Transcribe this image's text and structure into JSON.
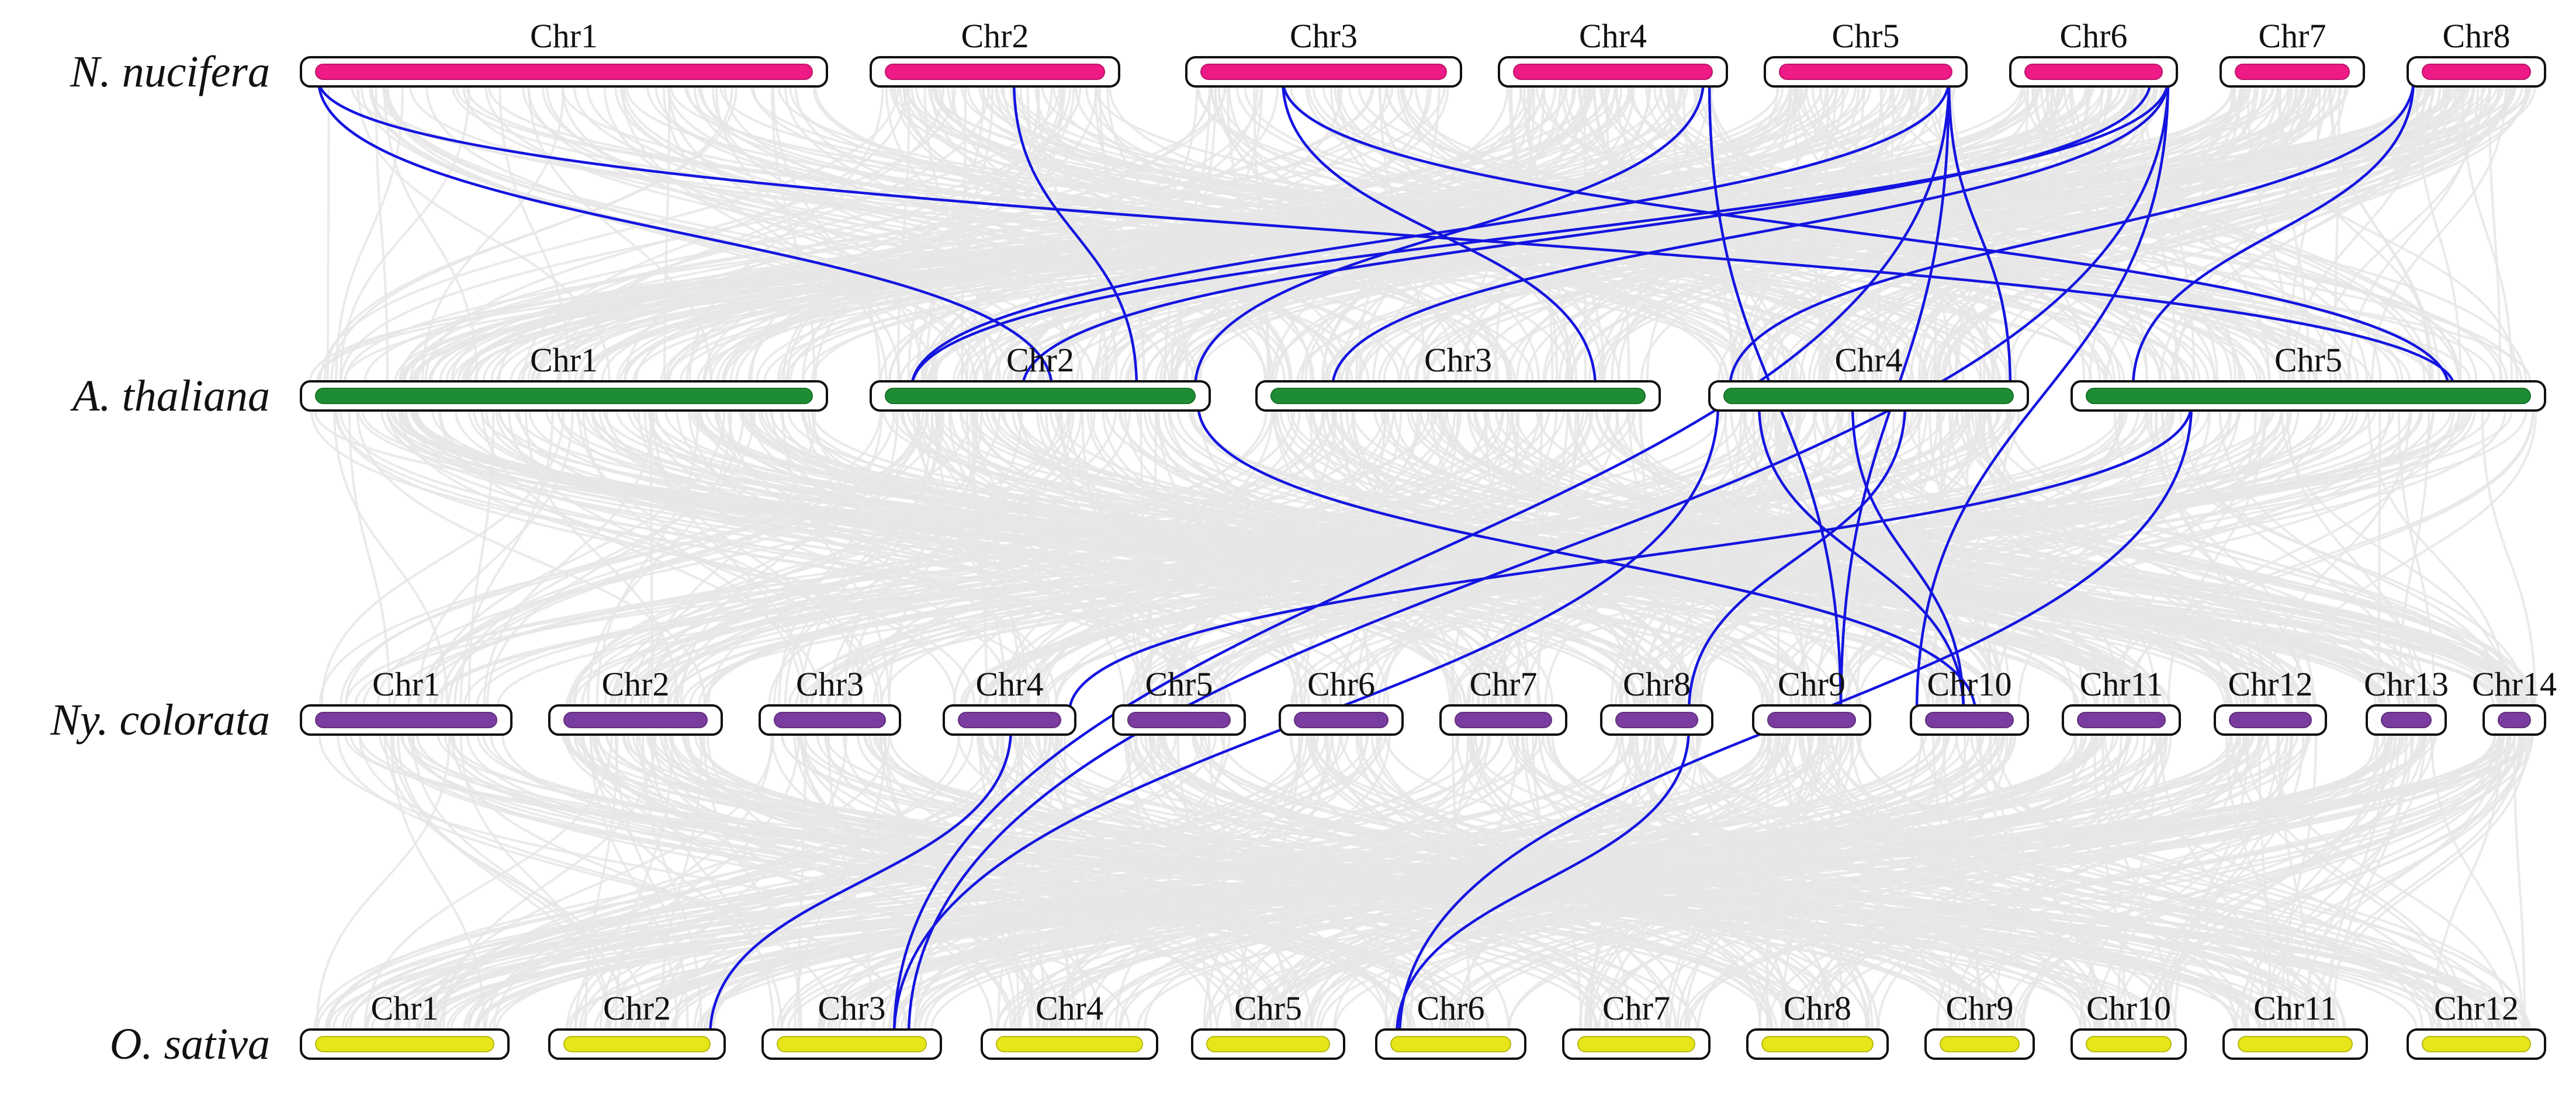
{
  "colors": {
    "highlight_link": "#1414e0",
    "background_link": "#e6e6e6",
    "outline": "#111111"
  },
  "tracks": [
    {
      "id": "nn",
      "species": "N. nucifera",
      "bar_color": "#ee1a85",
      "chromosomes": [
        {
          "name": "Chr1",
          "start": 515,
          "end": 1415
        },
        {
          "name": "Chr2",
          "start": 1490,
          "end": 1915
        },
        {
          "name": "Chr3",
          "start": 2030,
          "end": 2500
        },
        {
          "name": "Chr4",
          "start": 2565,
          "end": 2955
        },
        {
          "name": "Chr5",
          "start": 3020,
          "end": 3365
        },
        {
          "name": "Chr6",
          "start": 3440,
          "end": 3725
        },
        {
          "name": "Chr7",
          "start": 3800,
          "end": 4045
        },
        {
          "name": "Chr8",
          "start": 4120,
          "end": 4355
        }
      ]
    },
    {
      "id": "at",
      "species": "A. thaliana",
      "bar_color": "#1e8c32",
      "chromosomes": [
        {
          "name": "Chr1",
          "start": 515,
          "end": 1415
        },
        {
          "name": "Chr2",
          "start": 1490,
          "end": 2070
        },
        {
          "name": "Chr3",
          "start": 2150,
          "end": 2840
        },
        {
          "name": "Chr4",
          "start": 2925,
          "end": 3470
        },
        {
          "name": "Chr5",
          "start": 3545,
          "end": 4355
        }
      ]
    },
    {
      "id": "nc",
      "species": "Ny. colorata",
      "bar_color": "#7a3c9e",
      "chromosomes": [
        {
          "name": "Chr1",
          "start": 515,
          "end": 875
        },
        {
          "name": "Chr2",
          "start": 940,
          "end": 1235
        },
        {
          "name": "Chr3",
          "start": 1300,
          "end": 1540
        },
        {
          "name": "Chr4",
          "start": 1615,
          "end": 1840
        },
        {
          "name": "Chr5",
          "start": 1905,
          "end": 2130
        },
        {
          "name": "Chr6",
          "start": 2190,
          "end": 2400
        },
        {
          "name": "Chr7",
          "start": 2465,
          "end": 2680
        },
        {
          "name": "Chr8",
          "start": 2740,
          "end": 2930
        },
        {
          "name": "Chr9",
          "start": 3000,
          "end": 3200
        },
        {
          "name": "Chr10",
          "start": 3270,
          "end": 3470
        },
        {
          "name": "Chr11",
          "start": 3530,
          "end": 3730
        },
        {
          "name": "Chr12",
          "start": 3790,
          "end": 3980
        },
        {
          "name": "Chr13",
          "start": 4050,
          "end": 4185
        },
        {
          "name": "Chr14",
          "start": 4250,
          "end": 4355
        }
      ]
    },
    {
      "id": "os",
      "species": "O. sativa",
      "bar_color": "#e6e619",
      "chromosomes": [
        {
          "name": "Chr1",
          "start": 515,
          "end": 870
        },
        {
          "name": "Chr2",
          "start": 940,
          "end": 1240
        },
        {
          "name": "Chr3",
          "start": 1305,
          "end": 1610
        },
        {
          "name": "Chr4",
          "start": 1680,
          "end": 1980
        },
        {
          "name": "Chr5",
          "start": 2040,
          "end": 2300
        },
        {
          "name": "Chr6",
          "start": 2355,
          "end": 2610
        },
        {
          "name": "Chr7",
          "start": 2675,
          "end": 2925
        },
        {
          "name": "Chr8",
          "start": 2990,
          "end": 3230
        },
        {
          "name": "Chr9",
          "start": 3295,
          "end": 3480
        },
        {
          "name": "Chr10",
          "start": 3545,
          "end": 3740
        },
        {
          "name": "Chr11",
          "start": 3805,
          "end": 4050
        },
        {
          "name": "Chr12",
          "start": 4120,
          "end": 4355
        }
      ]
    }
  ],
  "highlighted_links": [
    {
      "from": [
        "nn",
        545
      ],
      "to": [
        "at",
        1800
      ]
    },
    {
      "from": [
        "nn",
        545
      ],
      "to": [
        "at",
        4200
      ]
    },
    {
      "from": [
        "nn",
        1735
      ],
      "to": [
        "at",
        1945
      ]
    },
    {
      "from": [
        "nn",
        2195
      ],
      "to": [
        "at",
        2730
      ]
    },
    {
      "from": [
        "nn",
        2195
      ],
      "to": [
        "at",
        4190
      ]
    },
    {
      "from": [
        "nn",
        2915
      ],
      "to": [
        "at",
        2045
      ]
    },
    {
      "from": [
        "nn",
        2925
      ],
      "to": [
        "nc",
        3150
      ]
    },
    {
      "from": [
        "nn",
        3335
      ],
      "to": [
        "at",
        1560
      ]
    },
    {
      "from": [
        "nn",
        3335
      ],
      "to": [
        "at",
        3440
      ]
    },
    {
      "from": [
        "nn",
        3335
      ],
      "to": [
        "nc",
        3150
      ]
    },
    {
      "from": [
        "nn",
        3335
      ],
      "to": [
        "os",
        1530
      ]
    },
    {
      "from": [
        "nn",
        3680
      ],
      "to": [
        "at",
        1750
      ]
    },
    {
      "from": [
        "nn",
        3710
      ],
      "to": [
        "at",
        1560
      ]
    },
    {
      "from": [
        "nn",
        3710
      ],
      "to": [
        "at",
        2280
      ]
    },
    {
      "from": [
        "nn",
        3710
      ],
      "to": [
        "os",
        1555
      ]
    },
    {
      "from": [
        "nn",
        3710
      ],
      "to": [
        "nc",
        3280
      ]
    },
    {
      "from": [
        "nn",
        4130
      ],
      "to": [
        "at",
        3650
      ]
    },
    {
      "from": [
        "nn",
        4130
      ],
      "to": [
        "at",
        2960
      ]
    },
    {
      "from": [
        "at",
        2050
      ],
      "to": [
        "nc",
        3380
      ]
    },
    {
      "from": [
        "at",
        3260
      ],
      "to": [
        "nc",
        2890
      ]
    },
    {
      "from": [
        "at",
        3010
      ],
      "to": [
        "nc",
        3360
      ]
    },
    {
      "from": [
        "at",
        3170
      ],
      "to": [
        "nc",
        3360
      ]
    },
    {
      "from": [
        "at",
        3750
      ],
      "to": [
        "nc",
        1830
      ]
    },
    {
      "from": [
        "at",
        3750
      ],
      "to": [
        "os",
        2395
      ]
    },
    {
      "from": [
        "at",
        2940
      ],
      "to": [
        "os",
        1530
      ]
    },
    {
      "from": [
        "nc",
        1730
      ],
      "to": [
        "os",
        1215
      ]
    },
    {
      "from": [
        "nc",
        2890
      ],
      "to": [
        "os",
        2390
      ]
    }
  ]
}
